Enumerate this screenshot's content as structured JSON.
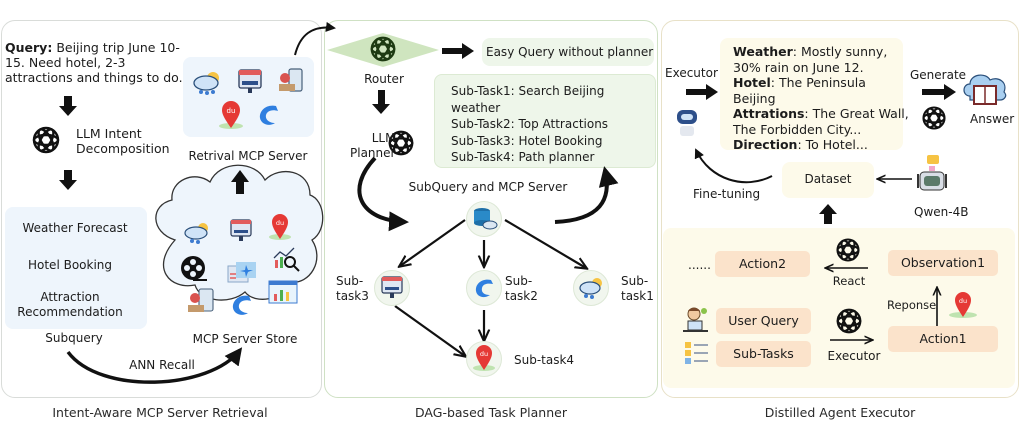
{
  "panels": {
    "retrieval": {
      "caption": "Intent-Aware MCP Server Retrieval",
      "query_label": "Query:",
      "query_lines": [
        "Beijing trip June 10-",
        "15. Need hotel, 2-3",
        "attractions and things to do."
      ],
      "intent_lines": [
        "LLM Intent",
        "Decomposition"
      ],
      "subqueries": [
        "Weather Forecast",
        "Hotel Booking",
        "Attraction",
        "Recommendation"
      ],
      "subquery_label": "Subquery",
      "retrieval_server_label": "Retrival MCP Server",
      "store_label": "MCP Server Store",
      "ann_label": "ANN Recall"
    },
    "planner": {
      "caption": "DAG-based Task Planner",
      "router_label": "Router",
      "easy_query": "Easy Query without planner",
      "planner_lines": [
        "LLM",
        "Planner"
      ],
      "subtasks_text": [
        "Sub-Task1: Search Beijing",
        "weather",
        "Sub-Task2: Top Attractions",
        "Sub-Task3: Hotel Booking",
        "Sub-Task4: Path  planner"
      ],
      "hub_label": "SubQuery and MCP Server",
      "nodes": {
        "task3": [
          "Sub-",
          "task3"
        ],
        "task2": [
          "Sub-",
          "task2"
        ],
        "task1": [
          "Sub-",
          "task1"
        ],
        "task4": "Sub-task4"
      }
    },
    "executor": {
      "caption": "Distilled Agent Executor",
      "executor_label": "Executor",
      "result": [
        {
          "key": "Weather",
          "value": ": Mostly sunny,"
        },
        {
          "key": "",
          "value": "30% rain on June 12."
        },
        {
          "key": "Hotel",
          "value": ": The Peninsula"
        },
        {
          "key": "",
          "value": "Beijing"
        },
        {
          "key": "Attrations",
          "value": ": The Great Wall,"
        },
        {
          "key": "",
          "value": "The Forbidden City..."
        },
        {
          "key": "Direction",
          "value": ": To Hotel..."
        }
      ],
      "generate_label": "Generate",
      "answer_label": "Answer",
      "dataset_label": "Dataset",
      "finetune_label": "Fine-tuning",
      "teacher_label": "Qwen-4B",
      "action2": "Action2",
      "ellipsis": "......",
      "react_label": "React",
      "observation": "Observation1",
      "response_label": "Reponse",
      "user_query": "User Query",
      "sub_tasks": "Sub-Tasks",
      "executor_arrow_label": "Executor",
      "action1": "Action1"
    }
  },
  "colors": {
    "blue_box": "#eef5fc",
    "green_box": "#eef6ea",
    "yellow_box": "#fdfaea",
    "peach_box": "#fbe3cb",
    "router_diamond": "#cfe5bf",
    "arrow": "#111111"
  }
}
